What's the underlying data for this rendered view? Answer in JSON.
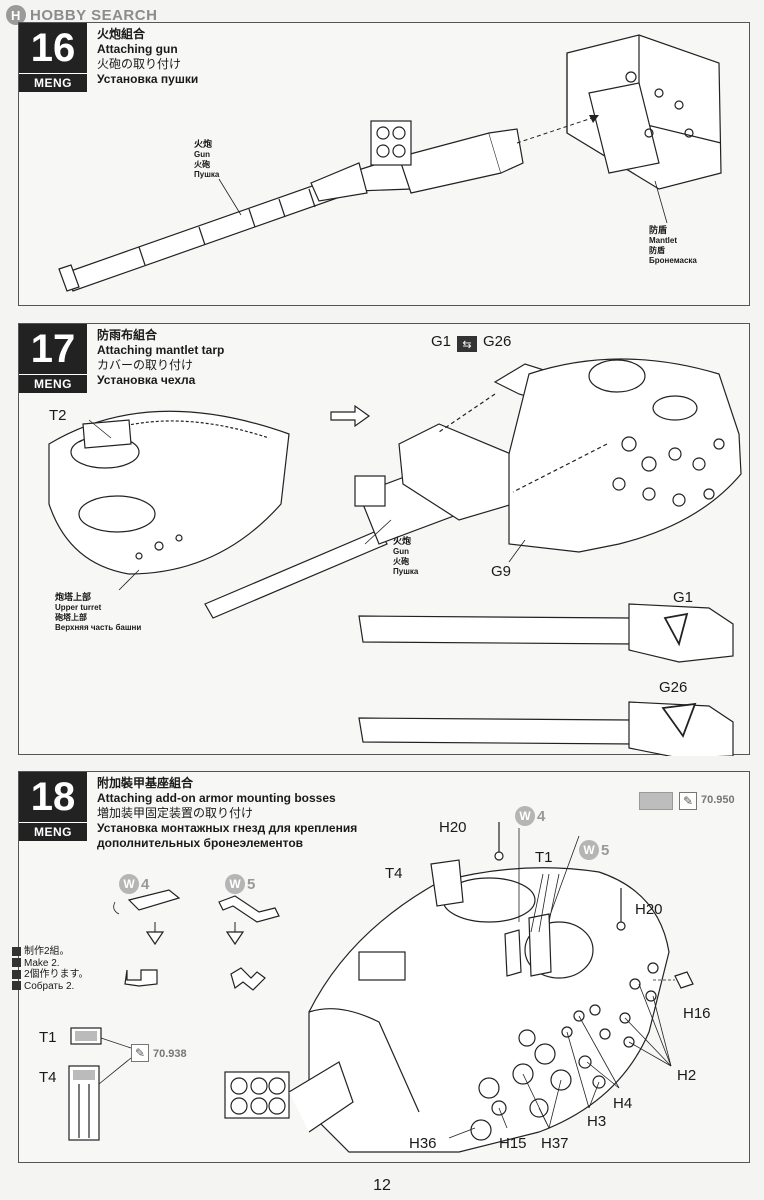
{
  "watermark": {
    "text": "HOBBY SEARCH",
    "logo": "H"
  },
  "brand": "MENG",
  "steps": [
    {
      "number": "16",
      "title_cn": "火炮組合",
      "title_en": "Attaching gun",
      "title_jp": "火砲の取り付け",
      "title_ru": "Установка пушки",
      "labels": {
        "gun": {
          "cn": "火炮",
          "en": "Gun",
          "jp": "火砲",
          "ru": "Пушка"
        },
        "mantlet": {
          "cn": "防盾",
          "en": "Mantlet",
          "jp": "防盾",
          "ru": "Бронемаска"
        }
      }
    },
    {
      "number": "17",
      "title_cn": "防雨布組合",
      "title_en": "Attaching mantlet tarp",
      "title_jp": "カバーの取り付け",
      "title_ru": "Установка чехла",
      "labels": {
        "gun": {
          "cn": "火炮",
          "en": "Gun",
          "jp": "火砲",
          "ru": "Пушка"
        },
        "upper_turret": {
          "cn": "炮塔上部",
          "en": "Upper turret",
          "jp": "砲塔上部",
          "ru": "Верхняя часть башни"
        }
      },
      "parts": {
        "t2": "T2",
        "g1": "G1",
        "g26": "G26",
        "g9": "G9",
        "g1_detail": "G1",
        "g26_detail": "G26"
      }
    },
    {
      "number": "18",
      "title_cn": "附加裝甲基座組合",
      "title_en": "Attaching add-on armor mounting bosses",
      "title_jp": "増加装甲固定装置の取り付け",
      "title_ru_1": "Установка монтажных гнезд для крепления",
      "title_ru_2": "дополнительных бронеэлементов",
      "paint_code_main": "70.950",
      "paint_code_small": "70.938",
      "make_two": {
        "cn": "制作2組。",
        "en": "Make 2.",
        "jp": "2個作ります。",
        "ru": "Собрать 2."
      },
      "w_badges": [
        "W",
        "W",
        "W",
        "W"
      ],
      "w_numbers": [
        "4",
        "5",
        "4",
        "5"
      ],
      "parts": {
        "h20_left": "H20",
        "h20_right": "H20",
        "t4": "T4",
        "t1": "T1",
        "h16": "H16",
        "h2": "H2",
        "h4": "H4",
        "h3": "H3",
        "h36": "H36",
        "h15": "H15",
        "h37": "H37",
        "t1_chip": "T1",
        "t4_chip": "T4"
      }
    }
  ],
  "page_number": "12"
}
